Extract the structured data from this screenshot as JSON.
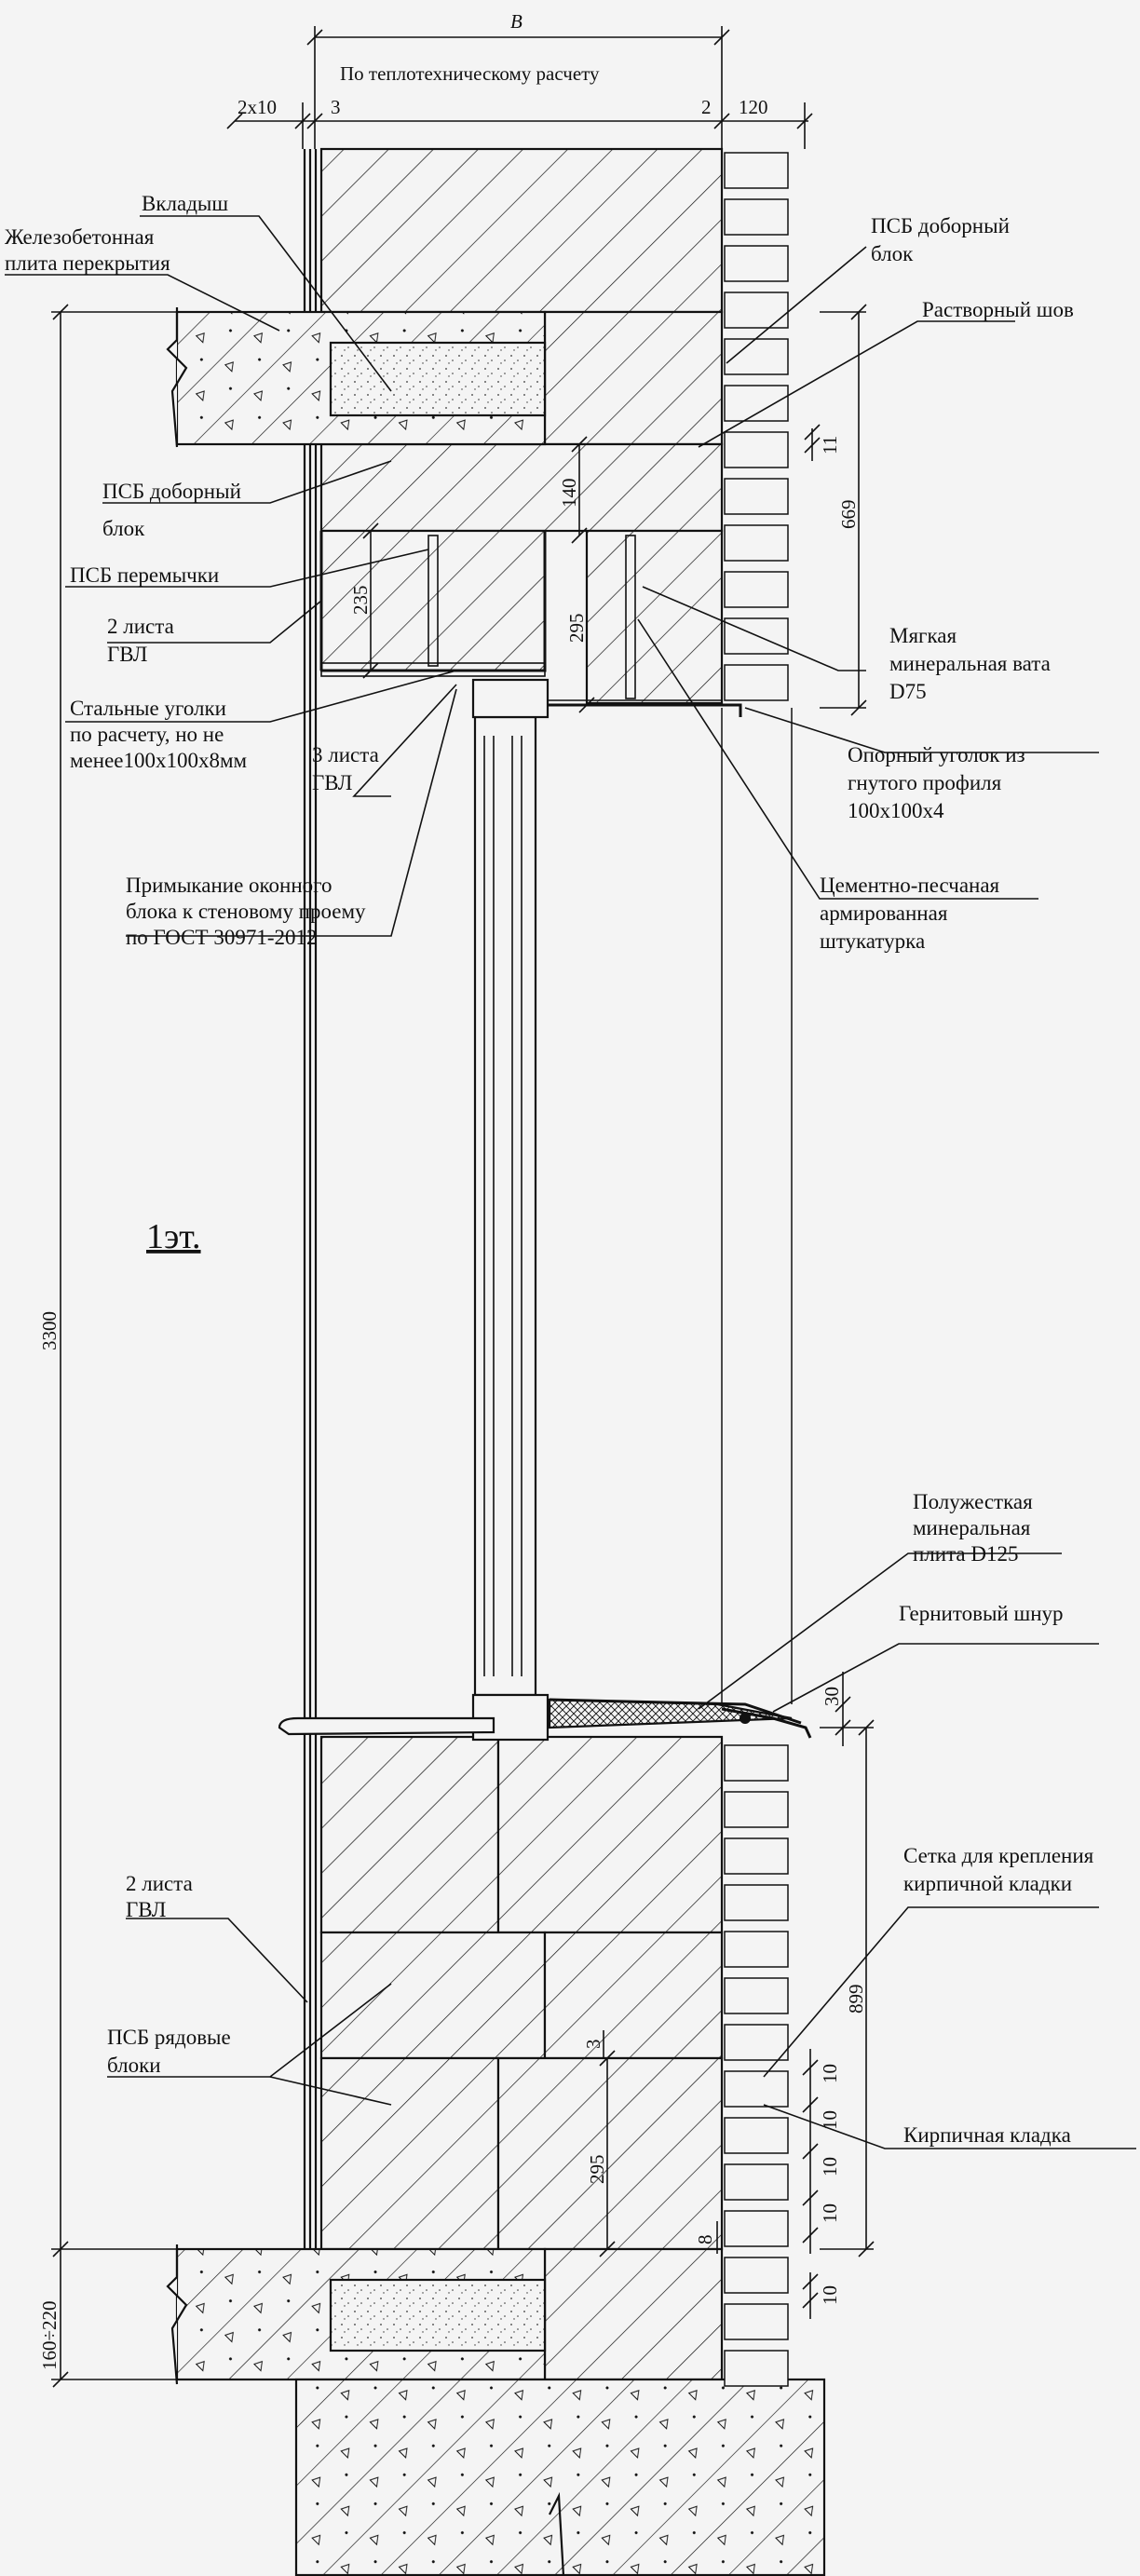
{
  "dimensions": {
    "B": "B",
    "thermal_calc": "По теплотехническому расчету",
    "gkl_thick": "2x10",
    "gap_3": "3",
    "gap_2": "2",
    "brick_120": "120",
    "d_11": "11",
    "d_669": "669",
    "d_140": "140",
    "d_235": "235",
    "d_295_top": "295",
    "d_3300": "3300",
    "d_30": "30",
    "d_899": "899",
    "d_3": "3",
    "d_295_bot": "295",
    "d_8": "8",
    "d_10_a": "10",
    "d_10_b": "10",
    "d_10_c": "10",
    "d_10_d": "10",
    "d_10_e": "10",
    "d_160_220": "160÷220"
  },
  "labels": {
    "vkladysh": "Вкладыш",
    "slab_1": "Железобетонная",
    "slab_2": "плита перекрытия",
    "psb_dobor_r1": "ПСБ доборный",
    "psb_dobor_r2": "блок",
    "mortar_joint": "Растворный шов",
    "psb_dobor_l1": "ПСБ доборный",
    "psb_dobor_l2": "блок",
    "psb_lintel": "ПСБ перемычки",
    "gvl2_top_1": "2 листа",
    "gvl2_top_2": "ГВЛ",
    "steel_1": "Стальные уголки",
    "steel_2": "по расчету, но не",
    "steel_3": "менее100x100x8мм",
    "gvl3_1": "3 листа",
    "gvl3_2": "ГВЛ",
    "soft_wool_1": "Мягкая",
    "soft_wool_2": "минеральная вата",
    "soft_wool_3": "D75",
    "support_1": "Опорный уголок из",
    "support_2": "гнутого профиля",
    "support_3": "100x100x4",
    "plaster_1": "Цементно-песчаная",
    "plaster_2": "армированная",
    "plaster_3": "штукатурка",
    "junction_1": "Примыкание оконного",
    "junction_2": "блока к стеновому проему",
    "junction_3": "по ГОСТ 30971-2012",
    "floor": "1эт.",
    "semi_rigid_1": "Полужесткая",
    "semi_rigid_2": "минеральная",
    "semi_rigid_3": "плита D125",
    "hernite": "Гернитовый шнур",
    "mesh_1": "Сетка для крепления",
    "mesh_2": "кирпичной кладки",
    "gvl2_bot_1": "2 листа",
    "gvl2_bot_2": "ГВЛ",
    "psb_row_1": "ПСБ рядовые",
    "psb_row_2": "блоки",
    "brickwork": "Кирпичная кладка"
  }
}
